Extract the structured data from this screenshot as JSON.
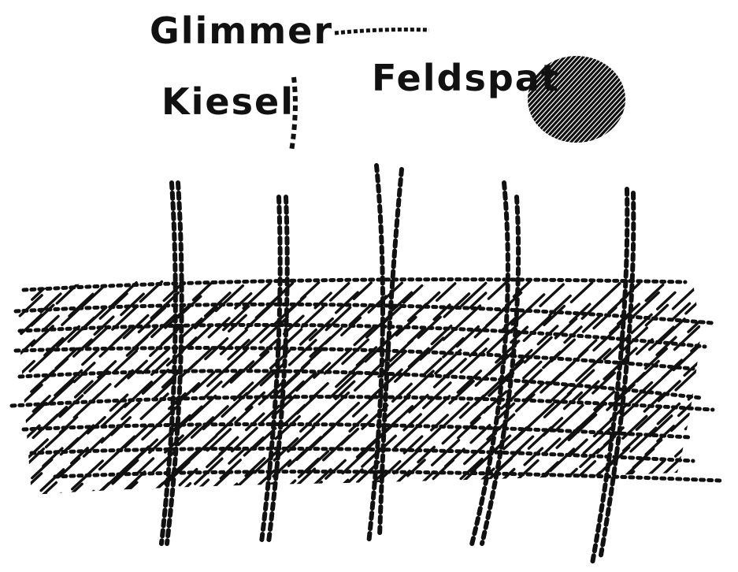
{
  "legend": {
    "glimmer": "Glimmer",
    "kiesel": "Kiesel",
    "feldspat": "Feldspat"
  },
  "colors": {
    "ink": "#111111",
    "paper": "#ffffff"
  }
}
